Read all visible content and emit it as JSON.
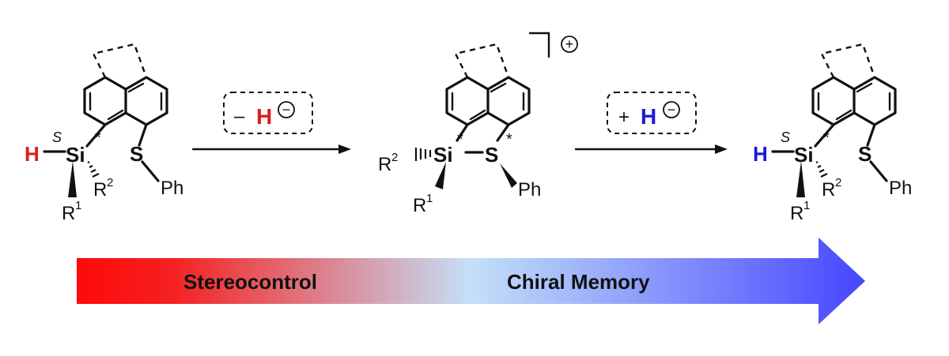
{
  "colors": {
    "hydride_removed": "#d81e1e",
    "hydride_added": "#1a1adc",
    "banner_start": "#ff0a0a",
    "banner_mid": "#c4e0f8",
    "banner_end": "#4646ff"
  },
  "molecule_left": {
    "h": "H",
    "si": "Si",
    "s": "S",
    "stereo": "S",
    "star": "*",
    "ph": "Ph",
    "r1": "R",
    "r1_sup": "1",
    "r2": "R",
    "r2_sup": "2"
  },
  "step1": {
    "sign": "–",
    "h": "H",
    "charge": "−"
  },
  "cation": {
    "si": "Si",
    "s": "S",
    "star_si": "*",
    "star_s": "*",
    "ph": "Ph",
    "r1": "R",
    "r1_sup": "1",
    "r2": "R",
    "r2_sup": "2",
    "charge": "+"
  },
  "step2": {
    "sign": "+",
    "h": "H",
    "charge": "−"
  },
  "molecule_right": {
    "h": "H",
    "si": "Si",
    "s": "S",
    "stereo": "S",
    "star": "*",
    "ph": "Ph",
    "r1": "R",
    "r1_sup": "1",
    "r2": "R",
    "r2_sup": "2"
  },
  "banner": {
    "left_label": "Stereocontrol",
    "right_label": "Chiral Memory"
  }
}
